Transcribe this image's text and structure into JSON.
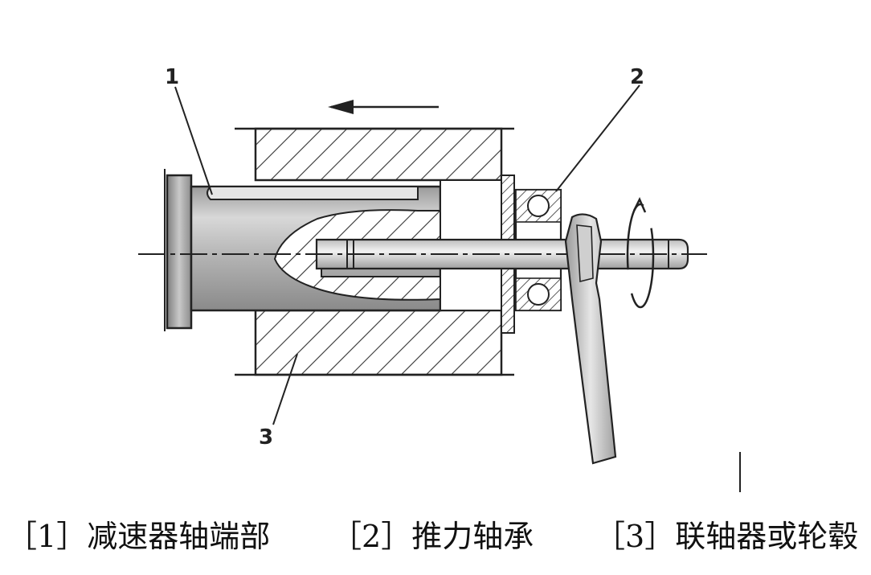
{
  "callouts": {
    "one": "1",
    "two": "2",
    "three": "3"
  },
  "legend": [
    {
      "num": "1",
      "text": "减速器轴端部"
    },
    {
      "num": "2",
      "text": "推力轴承"
    },
    {
      "num": "3",
      "text": "联轴器或轮毂"
    }
  ]
}
